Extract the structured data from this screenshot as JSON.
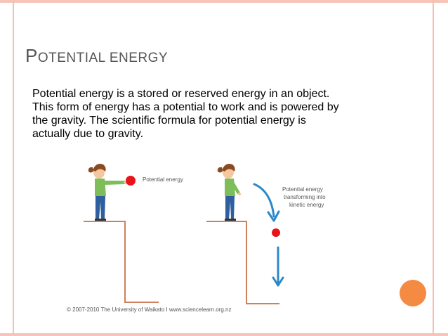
{
  "slide": {
    "title_first": "P",
    "title_rest": "OTENTIAL ENERGY",
    "body": "Potential energy is a stored or reserved energy in an object. This form of energy has a potential to work and is powered by the gravity. The scientific formula for potential energy is actually due to gravity."
  },
  "figure": {
    "label_left": "Potential energy",
    "label_right_1": "Potential energy",
    "label_right_2": "transforming into",
    "label_right_3": "kinetic energy",
    "credit": "© 2007-2010 The University of Waikato I www.sciencelearn.org.nz"
  },
  "colors": {
    "frame": "#f1c1b2",
    "title": "#555555",
    "ball": "#e8141b",
    "arrow": "#2b88c9",
    "ledge": "#d0805a",
    "shirt": "#7dbd5a",
    "jeans": "#2f5f9e",
    "hair": "#8a4a1f",
    "accent": "#f58a43"
  }
}
